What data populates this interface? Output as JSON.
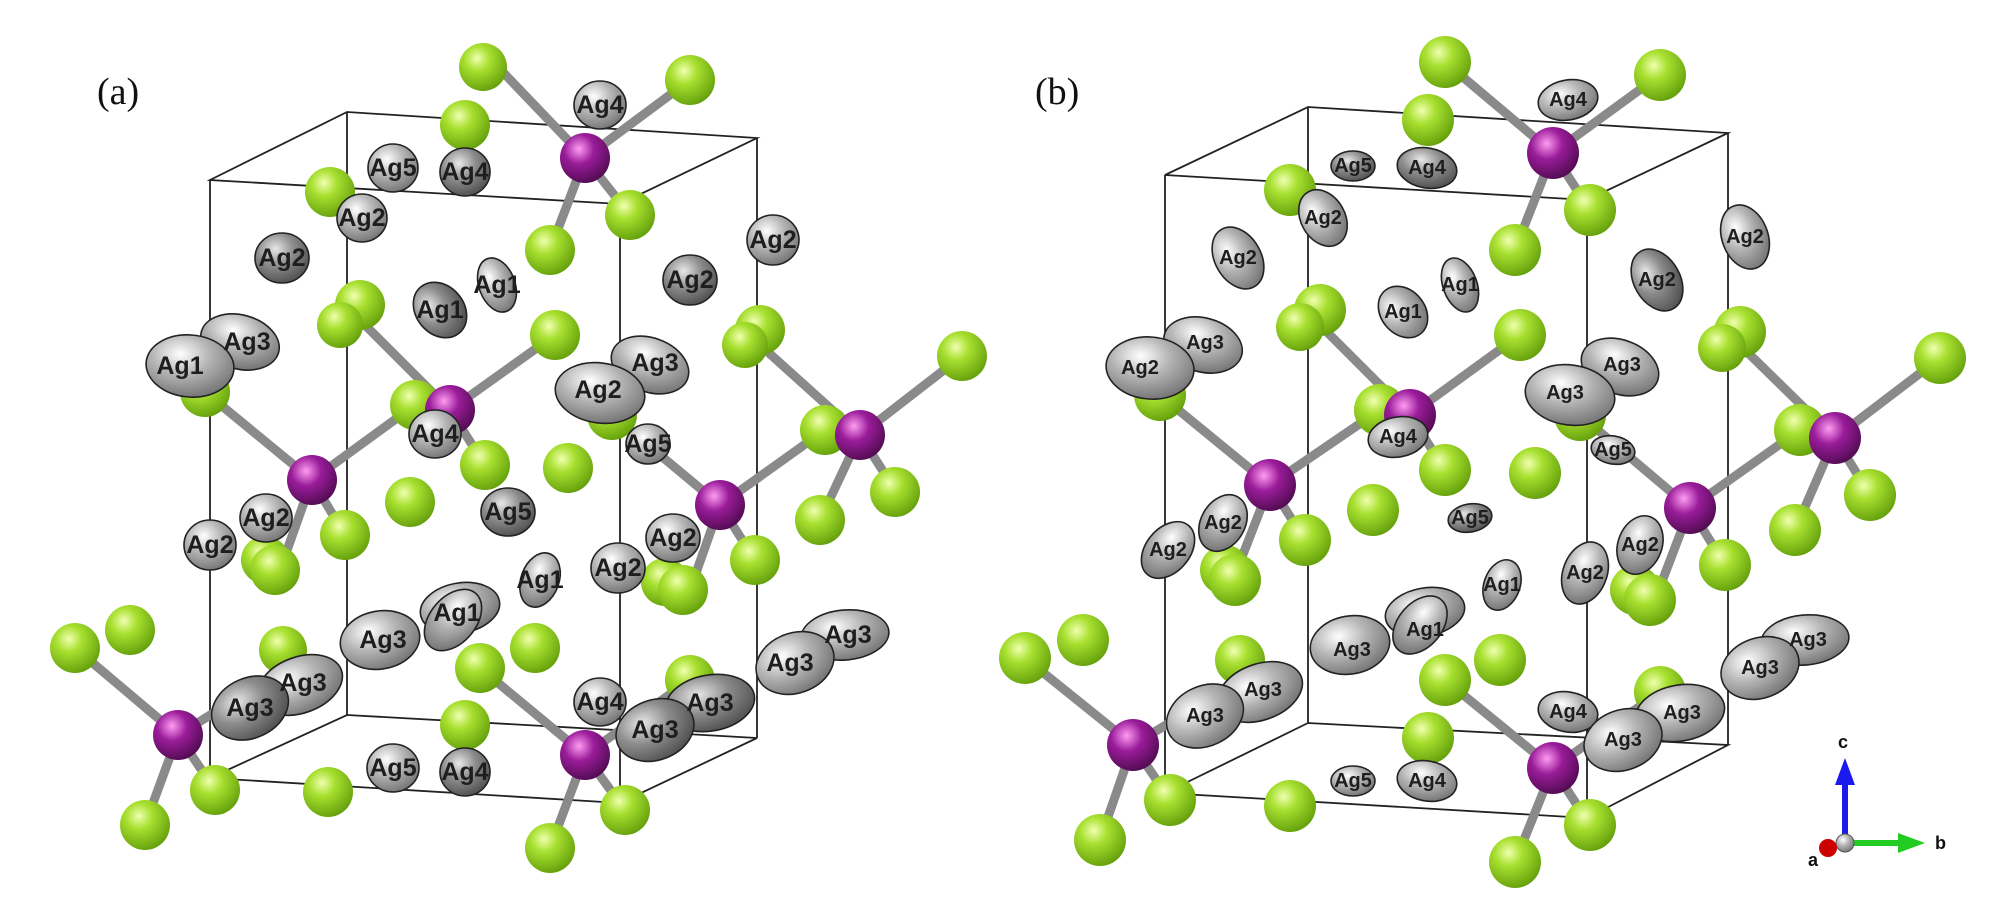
{
  "panels": {
    "a": {
      "label": "(a)"
    },
    "b": {
      "label": "(b)"
    }
  },
  "atom_labels": {
    "ag1": "Ag1",
    "ag2": "Ag2",
    "ag3": "Ag3",
    "ag4": "Ag4",
    "ag5": "Ag5"
  },
  "axes": {
    "a": "a",
    "b": "b",
    "c": "c"
  },
  "colors": {
    "chlorine": "#8ccf1e",
    "iodine": "#8e1a8e",
    "silver": "#a8a8a8",
    "cell_edge": "#222222",
    "bond": "#8a8a8a",
    "axis_a": "#cc0000",
    "axis_b": "#22cc22",
    "axis_c": "#1a1aee"
  }
}
